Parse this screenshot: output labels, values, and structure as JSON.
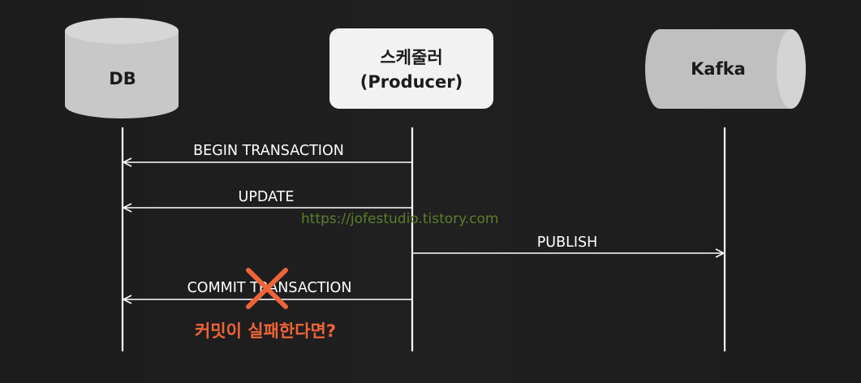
{
  "participants": {
    "db": {
      "label": "DB"
    },
    "scheduler": {
      "label_line1": "스케줄러",
      "label_line2": "(Producer)"
    },
    "kafka": {
      "label": "Kafka"
    }
  },
  "messages": [
    {
      "label": "BEGIN TRANSACTION",
      "from": "scheduler",
      "to": "db"
    },
    {
      "label": "UPDATE",
      "from": "scheduler",
      "to": "db"
    },
    {
      "label": "PUBLISH",
      "from": "scheduler",
      "to": "kafka"
    },
    {
      "label": "COMMIT TRANSACTION",
      "from": "scheduler",
      "to": "db"
    }
  ],
  "failure_question": "커밋이 실패한다면?",
  "watermark": "https://jofestudio.tistory.com",
  "colors": {
    "background": "#1e1e1e",
    "db_fill": "#c8c8c8",
    "scheduler_fill": "#f2f2f2",
    "kafka_fill": "#c0c0c0",
    "lifeline": "#ffffff",
    "fail_mark": "#ef6438",
    "watermark_text": "#5c7f2d"
  },
  "icons": {
    "fail_mark": "cross-mark-icon"
  }
}
